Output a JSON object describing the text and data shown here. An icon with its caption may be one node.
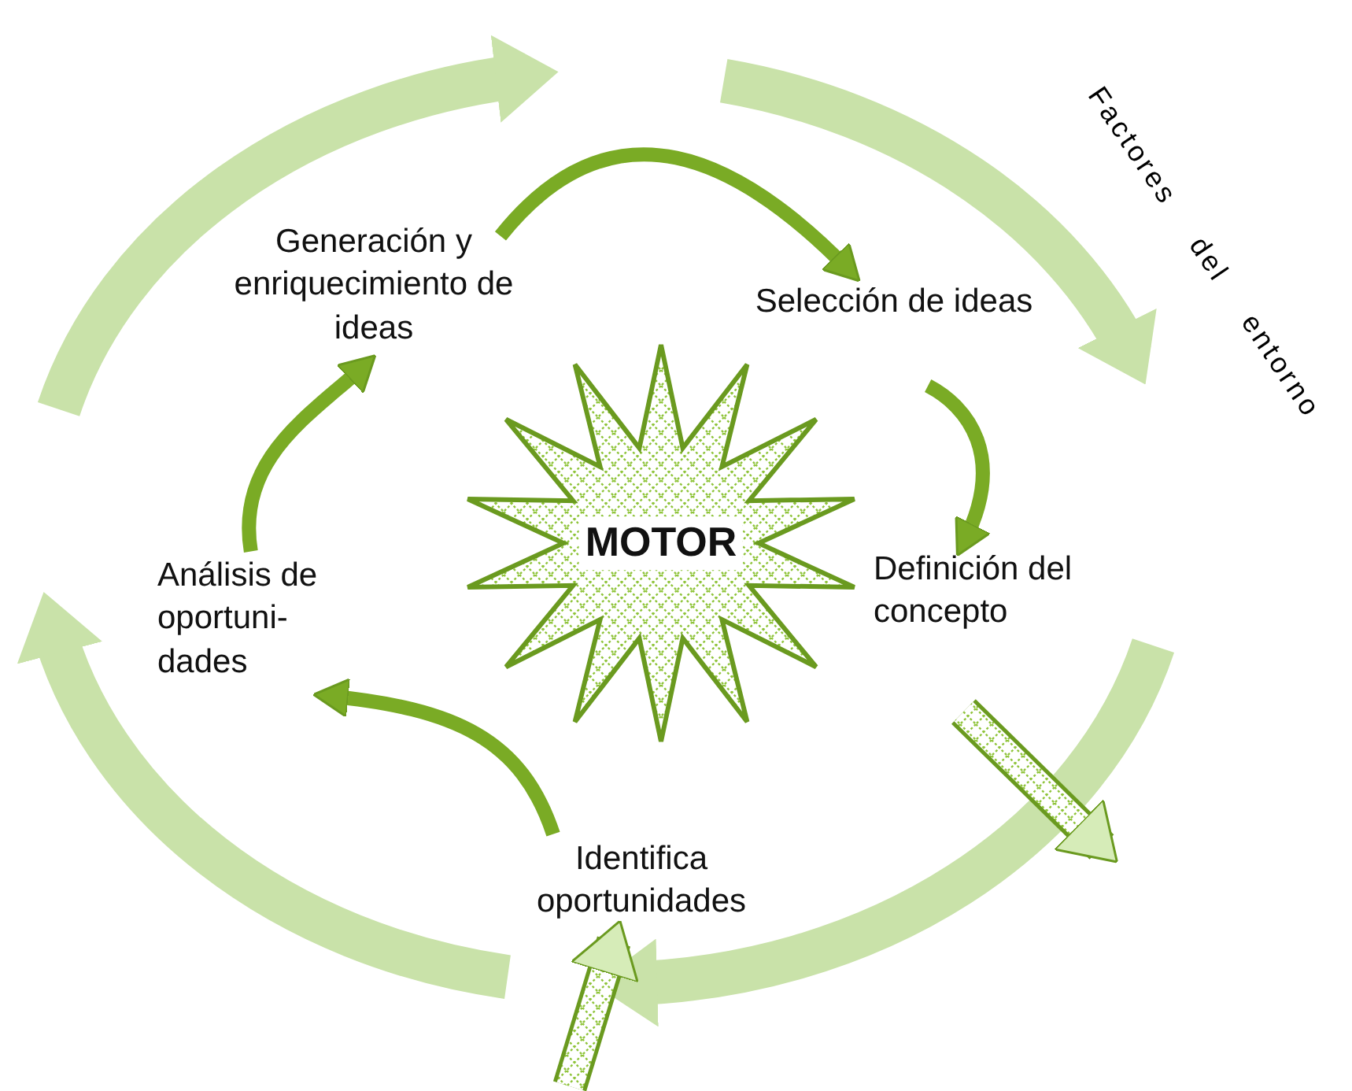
{
  "diagram": {
    "nodes": [
      {
        "text": [
          "MOTOR"
        ]
      },
      {
        "text": [
          "Generación y enriquecimiento de ideas"
        ]
      },
      {
        "text": [
          "Selección de ideas"
        ]
      },
      {
        "text": [
          "Definición del concepto"
        ]
      },
      {
        "text": [
          "Análisis de oportuni- dades"
        ]
      },
      {
        "text": [
          "Identifica oportunidades"
        ]
      }
    ],
    "edges": [
      {
        "from": 1,
        "to": 2,
        "arrow": "to"
      },
      {
        "from": 2,
        "to": 3,
        "arrow": "to"
      },
      {
        "from": 4,
        "to": 1,
        "arrow": "to"
      },
      {
        "from": 5,
        "to": 4,
        "arrow": "to"
      },
      {
        "from": null,
        "to": 5,
        "arrow": "to",
        "style": "thick"
      },
      {
        "from": 3,
        "to": null,
        "arrow": "to",
        "style": "thick"
      }
    ],
    "labels": [
      "Factores del entorno"
    ]
  }
}
